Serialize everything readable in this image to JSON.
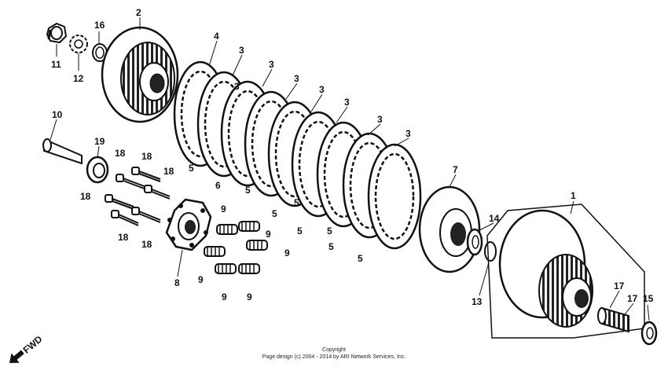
{
  "diagram": {
    "part_numbers": [
      "1",
      "2",
      "3",
      "4",
      "5",
      "6",
      "7",
      "8",
      "9",
      "10",
      "11",
      "12",
      "13",
      "14",
      "15",
      "16",
      "17",
      "18",
      "19"
    ],
    "callouts": {
      "c1": "1",
      "c2": "2",
      "c3a": "3",
      "c3b": "3",
      "c3c": "3",
      "c3d": "3",
      "c3e": "3",
      "c3f": "3",
      "c3g": "3",
      "c3h": "3",
      "c4": "4",
      "c5a": "5",
      "c5b": "5",
      "c5c": "5",
      "c5d": "5",
      "c5e": "5",
      "c5f": "5",
      "c5g": "5",
      "c5h": "5",
      "c6": "6",
      "c7": "7",
      "c8": "8",
      "c9a": "9",
      "c9b": "9",
      "c9c": "9",
      "c9d": "9",
      "c9e": "9",
      "c9f": "9",
      "c10": "10",
      "c11": "11",
      "c12": "12",
      "c13": "13",
      "c14": "14",
      "c15": "15",
      "c16": "16",
      "c17a": "17",
      "c17b": "17",
      "c18a": "18",
      "c18b": "18",
      "c18c": "18",
      "c18d": "18",
      "c18e": "18",
      "c18f": "18",
      "c19": "19"
    },
    "fwd_label": "FWD",
    "copyright_line1": "Copyright",
    "copyright_line2": "Page design (c) 2004 - 2014 by ARI Network Services, Inc.",
    "line_color": "#111111",
    "background": "#ffffff"
  }
}
